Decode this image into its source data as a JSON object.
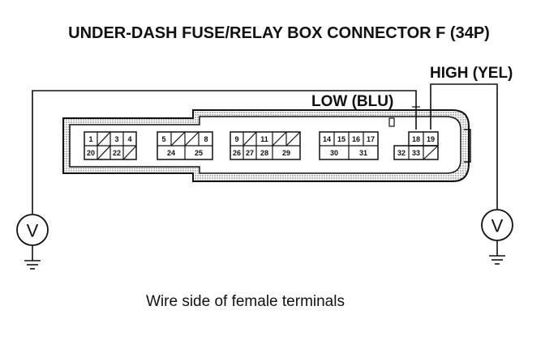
{
  "title": "UNDER-DASH FUSE/RELAY BOX CONNECTOR F (34P)",
  "caption": "Wire side of female terminals",
  "labels": {
    "low": "LOW (BLU)",
    "high": "HIGH (YEL)"
  },
  "meters": {
    "left_symbol": "V",
    "right_symbol": "V"
  },
  "terminals": {
    "group1_top": [
      "1",
      "",
      "3",
      "4"
    ],
    "group1_bottom": [
      "20",
      "",
      "22",
      ""
    ],
    "group2_top": [
      "5",
      "",
      "",
      "8"
    ],
    "group2_bottom": [
      "24",
      "25"
    ],
    "group3_top": [
      "9",
      "",
      "11",
      "",
      ""
    ],
    "group3_bottom": [
      "26",
      "27",
      "28",
      "29"
    ],
    "group4_top": [
      "14",
      "15",
      "16",
      "17"
    ],
    "group4_bottom": [
      "30",
      "31"
    ],
    "group5_top": [
      "18",
      "19"
    ],
    "group5_bottom": [
      "32",
      "33",
      ""
    ]
  }
}
